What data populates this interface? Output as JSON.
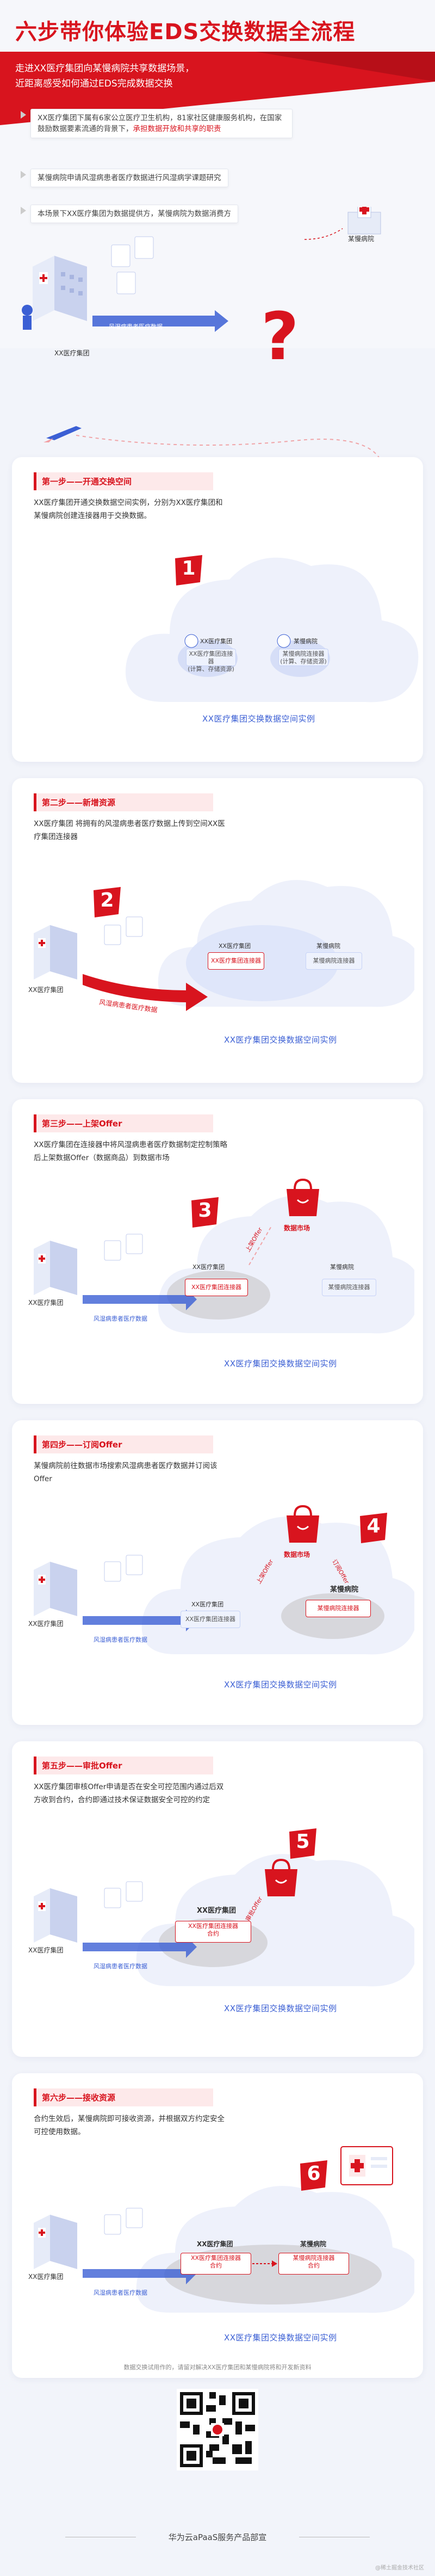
{
  "header": {
    "title": "六步带你体验EDS交换数据全流程",
    "intro_1": "走进XX医疗集团向某慢病院共享数据场景，",
    "intro_2": "近距离感受如何通过EDS完成数据交换",
    "bullets": [
      {
        "text_a": "XX医疗集团下属有6家公立医疗卫生机构，81家社区健康服务机构，在国家鼓励数据要素流通的背景下，",
        "highlight": "承担数据开放和共享的职责",
        "text_b": ""
      },
      {
        "text_a": "某慢病院申请风湿病患者医疗数据进行风湿病学课题研究",
        "highlight": "",
        "text_b": ""
      },
      {
        "text_a": "本场景下XX医疗集团为数据提供方，某慢病院为数据消费方",
        "highlight": "",
        "text_b": ""
      }
    ],
    "hospital_label": "某慢病院",
    "group_label": "XX医疗集团",
    "data_arrow_label": "风湿病患者医疗数据",
    "question_mark": "?"
  },
  "steps": [
    {
      "title": "第一步——开通交换空间",
      "desc": "XX医疗集团开通交换数据空间实例，分别为XX医疗集团和某慢病院创建连接器用于交换数据。",
      "number": "1",
      "cloud_caption": "XX医疗集团交换数据空间实例",
      "connector_a_name": "XX医疗集团",
      "connector_a_sub": "XX医疗集团连接器\n(计算、存储资源)",
      "connector_b_name": "某慢病院",
      "connector_b_sub": "某慢病院连接器\n(计算、存储资源)"
    },
    {
      "title": "第二步——新增资源",
      "desc": "XX医疗集团 将拥有的风湿病患者医疗数据上传到空间XX医疗集团连接器",
      "number": "2",
      "cloud_caption": "XX医疗集团交换数据空间实例",
      "group_label": "XX医疗集团",
      "arrow_label": "风湿病患者医疗数据",
      "connector_a_name": "XX医疗集团",
      "connector_a_sub": "XX医疗集团连接器",
      "connector_b_name": "某慢病院",
      "connector_b_sub": "某慢病院连接器"
    },
    {
      "title": "第三步——上架Offer",
      "desc": "XX医疗集团在连接器中将风湿病患者医疗数据制定控制策略后上架数据Offer（数据商品）到数据市场",
      "number": "3",
      "cloud_caption": "XX医疗集团交换数据空间实例",
      "group_label": "XX医疗集团",
      "arrow_label": "风湿病患者医疗数据",
      "market_label": "数据市场",
      "action_label": "上架Offer",
      "connector_a_name": "XX医疗集团",
      "connector_a_sub": "XX医疗集团连接器",
      "connector_b_name": "某慢病院",
      "connector_b_sub": "某慢病院连接器"
    },
    {
      "title": "第四步——订阅Offer",
      "desc": "某慢病院前往数据市场搜索风湿病患者医疗数据并订阅该Offer",
      "number": "4",
      "cloud_caption": "XX医疗集团交换数据空间实例",
      "group_label": "XX医疗集团",
      "arrow_label": "风湿病患者医疗数据",
      "market_label": "数据市场",
      "action_a": "上架Offer",
      "action_b": "订阅Offer",
      "connector_a_name": "XX医疗集团",
      "connector_a_sub": "XX医疗集团连接器",
      "connector_b_name": "某慢病院",
      "connector_b_sub": "某慢病院连接器"
    },
    {
      "title": "第五步——审批Offer",
      "desc": "XX医疗集团审核Offer申请是否在安全可控范围内通过后双方收到合约，合约即通过技术保证数据安全可控的约定",
      "number": "5",
      "cloud_caption": "XX医疗集团交换数据空间实例",
      "group_label": "XX医疗集团",
      "arrow_label": "风湿病患者医疗数据",
      "action_label": "审批Offer",
      "connector_a_name": "XX医疗集团",
      "connector_a_sub": "XX医疗集团连接器\n合约"
    },
    {
      "title": "第六步——接收资源",
      "desc": "合约生效后，某慢病院即可接收资源，并根据双方约定安全可控使用数据。",
      "number": "6",
      "cloud_caption": "XX医疗集团交换数据空间实例",
      "group_label": "XX医疗集团",
      "arrow_label": "风湿病患者医疗数据",
      "connector_a_name": "XX医疗集团",
      "connector_a_sub": "XX医疗集团连接器\n合约",
      "connector_b_name": "某慢病院",
      "connector_b_sub": "某慢病院连接器\n合约"
    }
  ],
  "footnote": "数据交换试用作的，请留对解决XX医疗集团和某慢病院将和开发新资料",
  "footer": "华为云aPaaS服务产品部宣",
  "watermark": "@稀土掘金技术社区",
  "colors": {
    "brand_red": "#d8141e",
    "blue": "#3b5fd4",
    "light_blue": "#e8edfb"
  }
}
